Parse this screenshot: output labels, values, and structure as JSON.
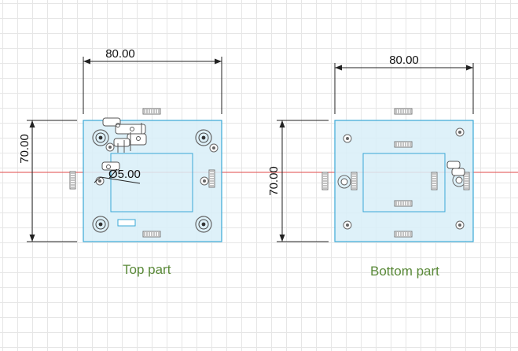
{
  "colors": {
    "axis_red": "#e24a4a",
    "plate_fill": "#d8eef8",
    "plate_stroke": "#3aa8d6",
    "caption_green": "#5b8a3a"
  },
  "top_part": {
    "width_dim": "80.00",
    "height_dim": "70.00",
    "hole_dim": "Ø5.00",
    "caption": "Top part"
  },
  "bottom_part": {
    "width_dim": "80.00",
    "height_dim": "70.00",
    "caption": "Bottom part"
  }
}
